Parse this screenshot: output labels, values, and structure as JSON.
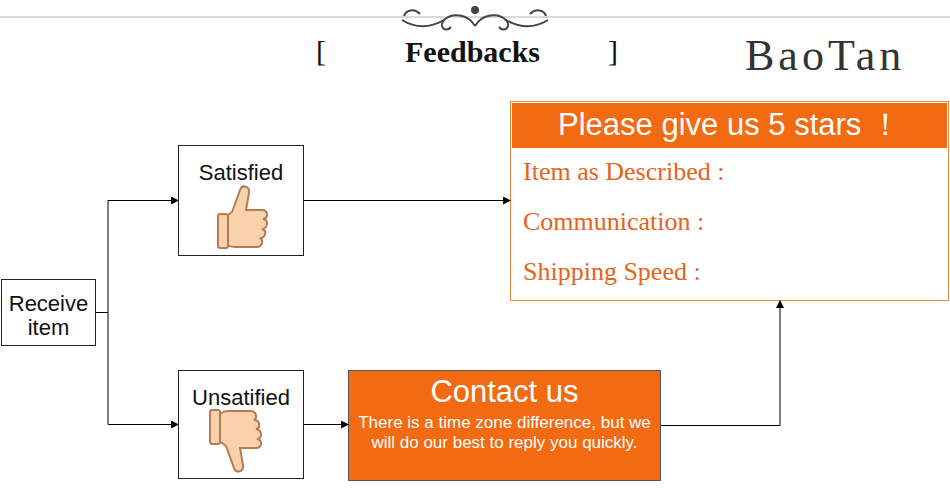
{
  "diagram": {
    "title": "Feedbacks",
    "nodes": [
      {
        "text": [
          "Receive item"
        ]
      },
      {
        "text": [
          "Satisfied"
        ]
      },
      {
        "text": [
          "Unsatified"
        ]
      },
      {
        "text": [
          "Contact us",
          "There is a time zone difference, but we will do our best to reply you quickly."
        ]
      },
      {
        "text": [
          "Please give us 5 stars ！",
          "Item as Described :",
          "Communication :",
          "Shipping Speed :"
        ]
      }
    ],
    "edges": [
      {
        "from": 0,
        "to": 1,
        "arrow": "to"
      },
      {
        "from": 0,
        "to": 2,
        "arrow": "to"
      },
      {
        "from": 1,
        "to": 4,
        "arrow": "to"
      },
      {
        "from": 2,
        "to": 3,
        "arrow": "to"
      },
      {
        "from": 3,
        "to": 4,
        "arrow": "to"
      }
    ],
    "labels": [
      "[",
      "]",
      "BaoTan"
    ]
  }
}
